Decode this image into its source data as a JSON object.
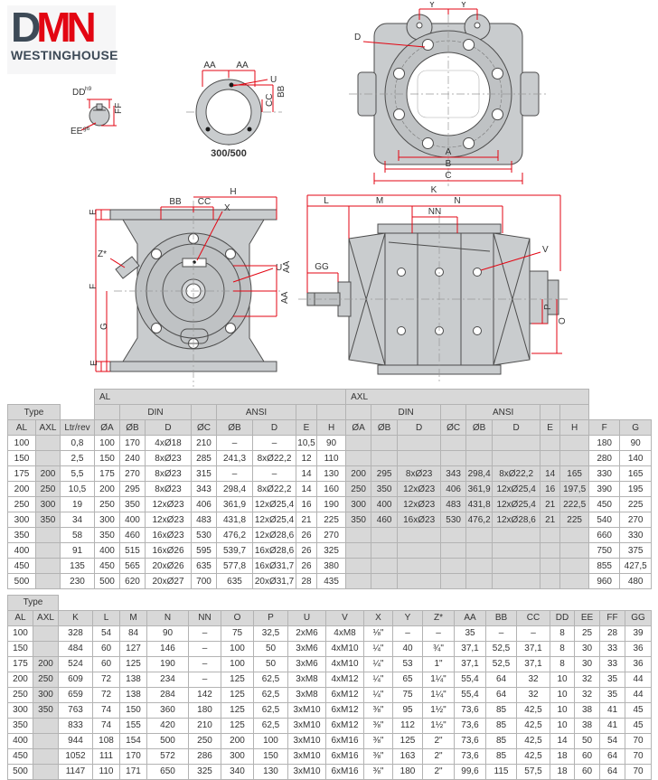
{
  "colors": {
    "accent_red": "#e30613",
    "logo_dark": "#3d4a57",
    "metal_gray": "#c9ccce",
    "header_gray": "#d8d8d8"
  },
  "logo": {
    "part1": "D",
    "part2": "MN",
    "subtitle": "WESTINGHOUSE"
  },
  "drawings": {
    "shaft": {
      "dd": "DD",
      "dd_sup": "h9",
      "ff": "FF",
      "ee": "EE",
      "ee_sup": "g6"
    },
    "ring": {
      "aa1": "AA",
      "aa2": "AA",
      "u": "U",
      "bb": "BB",
      "cc": "CC",
      "caption": "300/500"
    },
    "flange": {
      "y1": "Y",
      "y2": "Y",
      "d": "D",
      "a": "A",
      "b": "B",
      "c": "C"
    },
    "front": {
      "h": "H",
      "bb": "BB",
      "cc": "CC",
      "x": "X",
      "e_top": "E",
      "z": "Z*",
      "u": "U",
      "aa1": "AA",
      "aa2": "AA",
      "f": "F",
      "g": "G",
      "e_bot": "E"
    },
    "side": {
      "k": "K",
      "l": "L",
      "m": "M",
      "n": "N",
      "nn": "NN",
      "gg": "GG",
      "v": "V",
      "p": "P",
      "o": "O"
    }
  },
  "table1": {
    "headers": {
      "type": "Type",
      "al_group": "AL",
      "axl_group": "AXL",
      "din": "DIN",
      "ansi": "ANSI",
      "al": "AL",
      "axl": "AXL",
      "ltr": "Ltr/rev",
      "oa": "ØA",
      "ob": "ØB",
      "d": "D",
      "oc": "ØC",
      "e": "E",
      "h": "H",
      "f": "F",
      "g": "G"
    },
    "rows": [
      [
        "100",
        "",
        "0,8",
        "100",
        "170",
        "4xØ18",
        "210",
        "–",
        "–",
        "10,5",
        "90",
        "",
        "",
        "",
        "",
        "",
        "",
        "",
        "",
        "180",
        "90"
      ],
      [
        "150",
        "",
        "2,5",
        "150",
        "240",
        "8xØ23",
        "285",
        "241,3",
        "8xØ22,2",
        "12",
        "110",
        "",
        "",
        "",
        "",
        "",
        "",
        "",
        "",
        "280",
        "140"
      ],
      [
        "175",
        "200",
        "5,5",
        "175",
        "270",
        "8xØ23",
        "315",
        "–",
        "–",
        "14",
        "130",
        "200",
        "295",
        "8xØ23",
        "343",
        "298,4",
        "8xØ22,2",
        "14",
        "165",
        "330",
        "165"
      ],
      [
        "200",
        "250",
        "10,5",
        "200",
        "295",
        "8xØ23",
        "343",
        "298,4",
        "8xØ22,2",
        "14",
        "160",
        "250",
        "350",
        "12xØ23",
        "406",
        "361,9",
        "12xØ25,4",
        "16",
        "197,5",
        "390",
        "195"
      ],
      [
        "250",
        "300",
        "19",
        "250",
        "350",
        "12xØ23",
        "406",
        "361,9",
        "12xØ25,4",
        "16",
        "190",
        "300",
        "400",
        "12xØ23",
        "483",
        "431,8",
        "12xØ25,4",
        "21",
        "222,5",
        "450",
        "225"
      ],
      [
        "300",
        "350",
        "34",
        "300",
        "400",
        "12xØ23",
        "483",
        "431,8",
        "12xØ25,4",
        "21",
        "225",
        "350",
        "460",
        "16xØ23",
        "530",
        "476,2",
        "12xØ28,6",
        "21",
        "225",
        "540",
        "270"
      ],
      [
        "350",
        "",
        "58",
        "350",
        "460",
        "16xØ23",
        "530",
        "476,2",
        "12xØ28,6",
        "26",
        "270",
        "",
        "",
        "",
        "",
        "",
        "",
        "",
        "",
        "660",
        "330"
      ],
      [
        "400",
        "",
        "91",
        "400",
        "515",
        "16xØ26",
        "595",
        "539,7",
        "16xØ28,6",
        "26",
        "325",
        "",
        "",
        "",
        "",
        "",
        "",
        "",
        "",
        "750",
        "375"
      ],
      [
        "450",
        "",
        "135",
        "450",
        "565",
        "20xØ26",
        "635",
        "577,8",
        "16xØ31,7",
        "26",
        "380",
        "",
        "",
        "",
        "",
        "",
        "",
        "",
        "",
        "855",
        "427,5"
      ],
      [
        "500",
        "",
        "230",
        "500",
        "620",
        "20xØ27",
        "700",
        "635",
        "20xØ31,7",
        "28",
        "435",
        "",
        "",
        "",
        "",
        "",
        "",
        "",
        "",
        "960",
        "480"
      ]
    ]
  },
  "table2": {
    "type": "Type",
    "columns": [
      "AL",
      "AXL",
      "K",
      "L",
      "M",
      "N",
      "NN",
      "O",
      "P",
      "U",
      "V",
      "X",
      "Y",
      "Z*",
      "AA",
      "BB",
      "CC",
      "DD",
      "EE",
      "FF",
      "GG"
    ],
    "rows": [
      [
        "100",
        "",
        "328",
        "54",
        "84",
        "90",
        "–",
        "75",
        "32,5",
        "2xM6",
        "4xM8",
        "⅛\"",
        "–",
        "–",
        "35",
        "–",
        "–",
        "8",
        "25",
        "28",
        "39"
      ],
      [
        "150",
        "",
        "484",
        "60",
        "127",
        "146",
        "–",
        "100",
        "50",
        "3xM6",
        "4xM10",
        "¼\"",
        "40",
        "¾\"",
        "37,1",
        "52,5",
        "37,1",
        "8",
        "30",
        "33",
        "36"
      ],
      [
        "175",
        "200",
        "524",
        "60",
        "125",
        "190",
        "–",
        "100",
        "50",
        "3xM6",
        "4xM10",
        "¼\"",
        "53",
        "1\"",
        "37,1",
        "52,5",
        "37,1",
        "8",
        "30",
        "33",
        "36"
      ],
      [
        "200",
        "250",
        "609",
        "72",
        "138",
        "234",
        "–",
        "125",
        "62,5",
        "3xM8",
        "4xM12",
        "¼\"",
        "65",
        "1¼\"",
        "55,4",
        "64",
        "32",
        "10",
        "32",
        "35",
        "44"
      ],
      [
        "250",
        "300",
        "659",
        "72",
        "138",
        "284",
        "142",
        "125",
        "62,5",
        "3xM8",
        "6xM12",
        "¼\"",
        "75",
        "1¼\"",
        "55,4",
        "64",
        "32",
        "10",
        "32",
        "35",
        "44"
      ],
      [
        "300",
        "350",
        "763",
        "74",
        "150",
        "360",
        "180",
        "125",
        "62,5",
        "3xM10",
        "6xM12",
        "⅜\"",
        "95",
        "1½\"",
        "73,6",
        "85",
        "42,5",
        "10",
        "38",
        "41",
        "45"
      ],
      [
        "350",
        "",
        "833",
        "74",
        "155",
        "420",
        "210",
        "125",
        "62,5",
        "3xM10",
        "6xM12",
        "⅜\"",
        "112",
        "1½\"",
        "73,6",
        "85",
        "42,5",
        "10",
        "38",
        "41",
        "45"
      ],
      [
        "400",
        "",
        "944",
        "108",
        "154",
        "500",
        "250",
        "200",
        "100",
        "3xM10",
        "6xM16",
        "⅜\"",
        "125",
        "2\"",
        "73,6",
        "85",
        "42,5",
        "14",
        "50",
        "54",
        "70"
      ],
      [
        "450",
        "",
        "1052",
        "111",
        "170",
        "572",
        "286",
        "300",
        "150",
        "3xM10",
        "6xM16",
        "⅜\"",
        "163",
        "2\"",
        "73,6",
        "85",
        "42,5",
        "18",
        "60",
        "64",
        "70"
      ],
      [
        "500",
        "",
        "1147",
        "110",
        "171",
        "650",
        "325",
        "340",
        "130",
        "3xM10",
        "6xM16",
        "⅜\"",
        "180",
        "2\"",
        "99,6",
        "115",
        "57,5",
        "18",
        "60",
        "64",
        "70"
      ]
    ]
  }
}
